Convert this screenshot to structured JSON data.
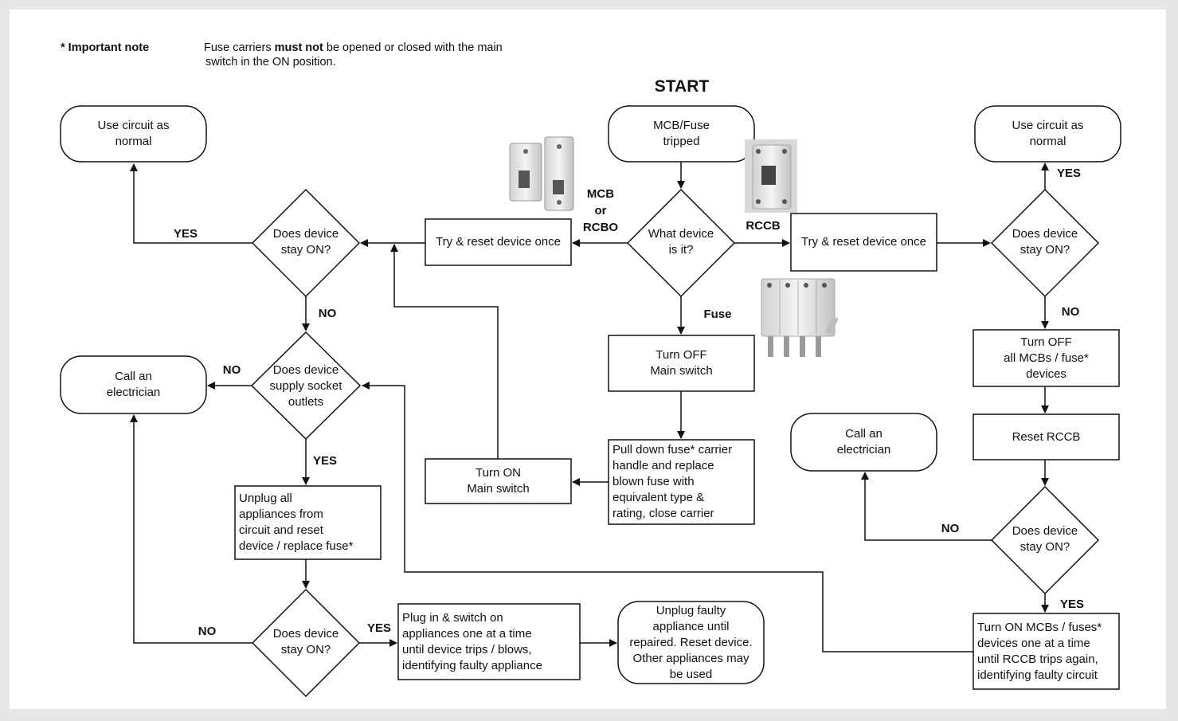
{
  "note": {
    "label": "* Important note",
    "text_prefix": "Fuse carriers ",
    "text_bold": "must not",
    "text_suffix": " be opened or closed with the main",
    "text_line2": "switch in the ON position."
  },
  "start_label": "START",
  "nodes": {
    "start": "MCB/Fuse\ntripped",
    "what_device": "What device\nis it?",
    "try_left": "Try & reset device once",
    "try_right": "Try & reset device once",
    "stay_on_left": "Does device\nstay ON?",
    "use_left": "Use circuit as\nnormal",
    "use_right": "Use circuit as\nnormal",
    "stay_on_right": "Does device\nstay ON?",
    "turn_off_all": "Turn OFF\nall MCBs / fuse*\ndevices",
    "reset_rccb": "Reset RCCB",
    "stay_on_rccb": "Does device\nstay ON?",
    "call_right": "Call an\nelectrician",
    "turn_on_mcbs": "Turn ON MCBs / fuses*\ndevices one at a time\nuntil RCCB trips again,\nidentifying faulty circuit",
    "socket": "Does device\nsupply socket\noutlets",
    "call_left": "Call an\nelectrician",
    "unplug_all": "Unplug all\nappliances from\ncircuit and reset\ndevice / replace fuse*",
    "stay_on_bottom": "Does device\nstay ON?",
    "plug_in": "Plug in & switch on\nappliances one at a time\nuntil device trips / blows,\nidentifying faulty appliance",
    "unplug_faulty": "Unplug faulty\nappliance until\nrepaired. Reset device.\nOther appliances may\nbe used",
    "turn_off_main": "Turn OFF\nMain switch",
    "pull_down": "Pull down fuse* carrier\nhandle and replace\nblown fuse with\nequivalent type &\nrating, close carrier",
    "turn_on_main": "Turn ON\nMain switch"
  },
  "labels": {
    "mcb_or_rcbo_1": "MCB",
    "mcb_or_rcbo_2": "or",
    "mcb_or_rcbo_3": "RCBO",
    "rccb": "RCCB",
    "fuse": "Fuse",
    "yes": "YES",
    "no": "NO"
  },
  "images": [
    "mcb-rcbo-photo",
    "rccb-photo",
    "fuse-carrier-photo"
  ]
}
